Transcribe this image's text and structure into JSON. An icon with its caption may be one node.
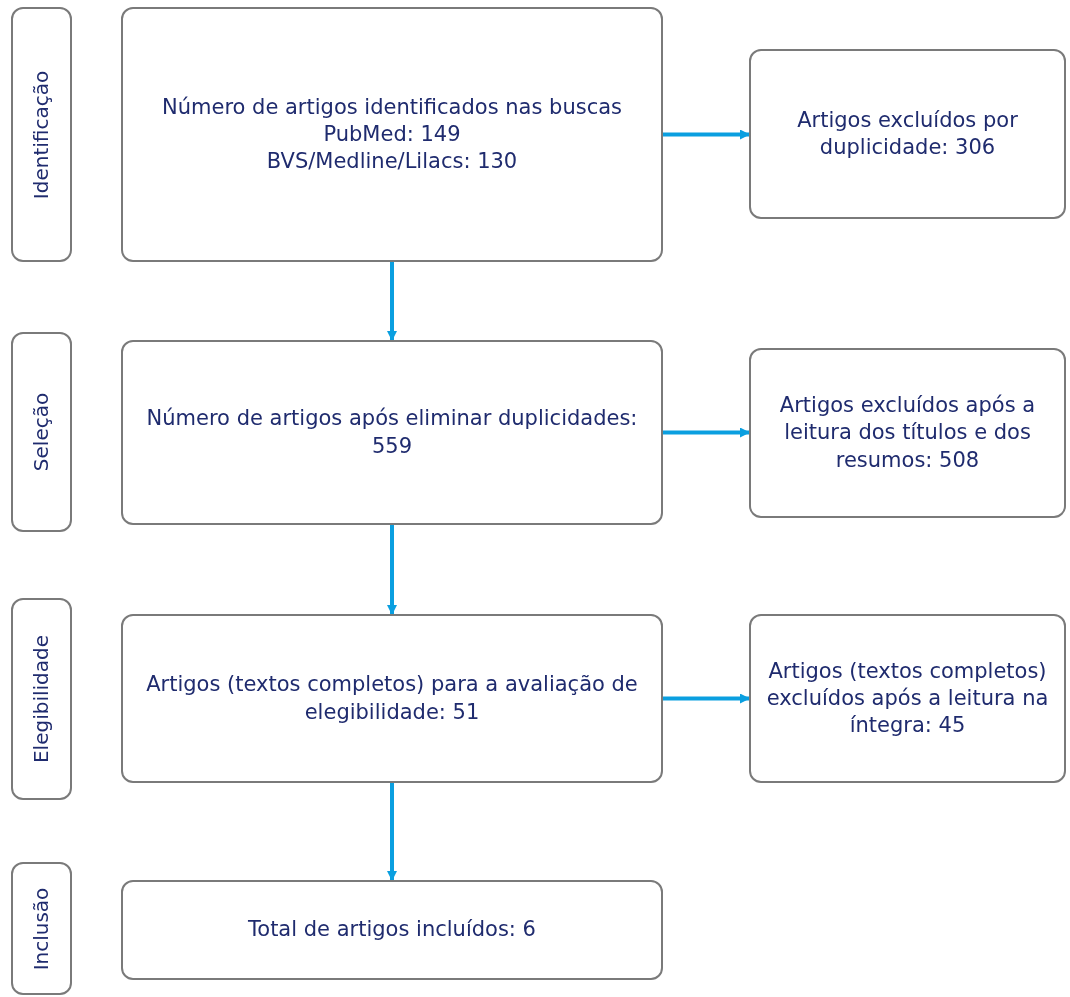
{
  "diagram": {
    "nodes": [
      {
        "text": [
          "Identificação"
        ]
      },
      {
        "text": [
          "Número de artigos identificados nas buscas",
          "PubMed: 149",
          "BVS/Medline/Lilacs: 130"
        ]
      },
      {
        "text": [
          "Artigos excluídos por duplicidade: 306"
        ]
      },
      {
        "text": [
          "Seleção"
        ]
      },
      {
        "text": [
          "Número de artigos após eliminar duplicidades: 559"
        ]
      },
      {
        "text": [
          "Artigos excluídos após a leitura dos títulos e dos resumos: 508"
        ]
      },
      {
        "text": [
          "Elegibilidade"
        ]
      },
      {
        "text": [
          "Artigos (textos completos) para a avaliação de elegibilidade: 51"
        ]
      },
      {
        "text": [
          "Artigos (textos completos) excluídos após a leitura na íntegra: 45"
        ]
      },
      {
        "text": [
          "Inclusão"
        ]
      },
      {
        "text": [
          "Total de artigos incluídos: 6"
        ]
      }
    ],
    "edges": [
      {
        "from": 1,
        "to": 2,
        "arrow": "to"
      },
      {
        "from": 1,
        "to": 4,
        "arrow": "to"
      },
      {
        "from": 4,
        "to": 5,
        "arrow": "to"
      },
      {
        "from": 4,
        "to": 7,
        "arrow": "to"
      },
      {
        "from": 7,
        "to": 8,
        "arrow": "to"
      },
      {
        "from": 7,
        "to": 10,
        "arrow": "to"
      }
    ]
  }
}
